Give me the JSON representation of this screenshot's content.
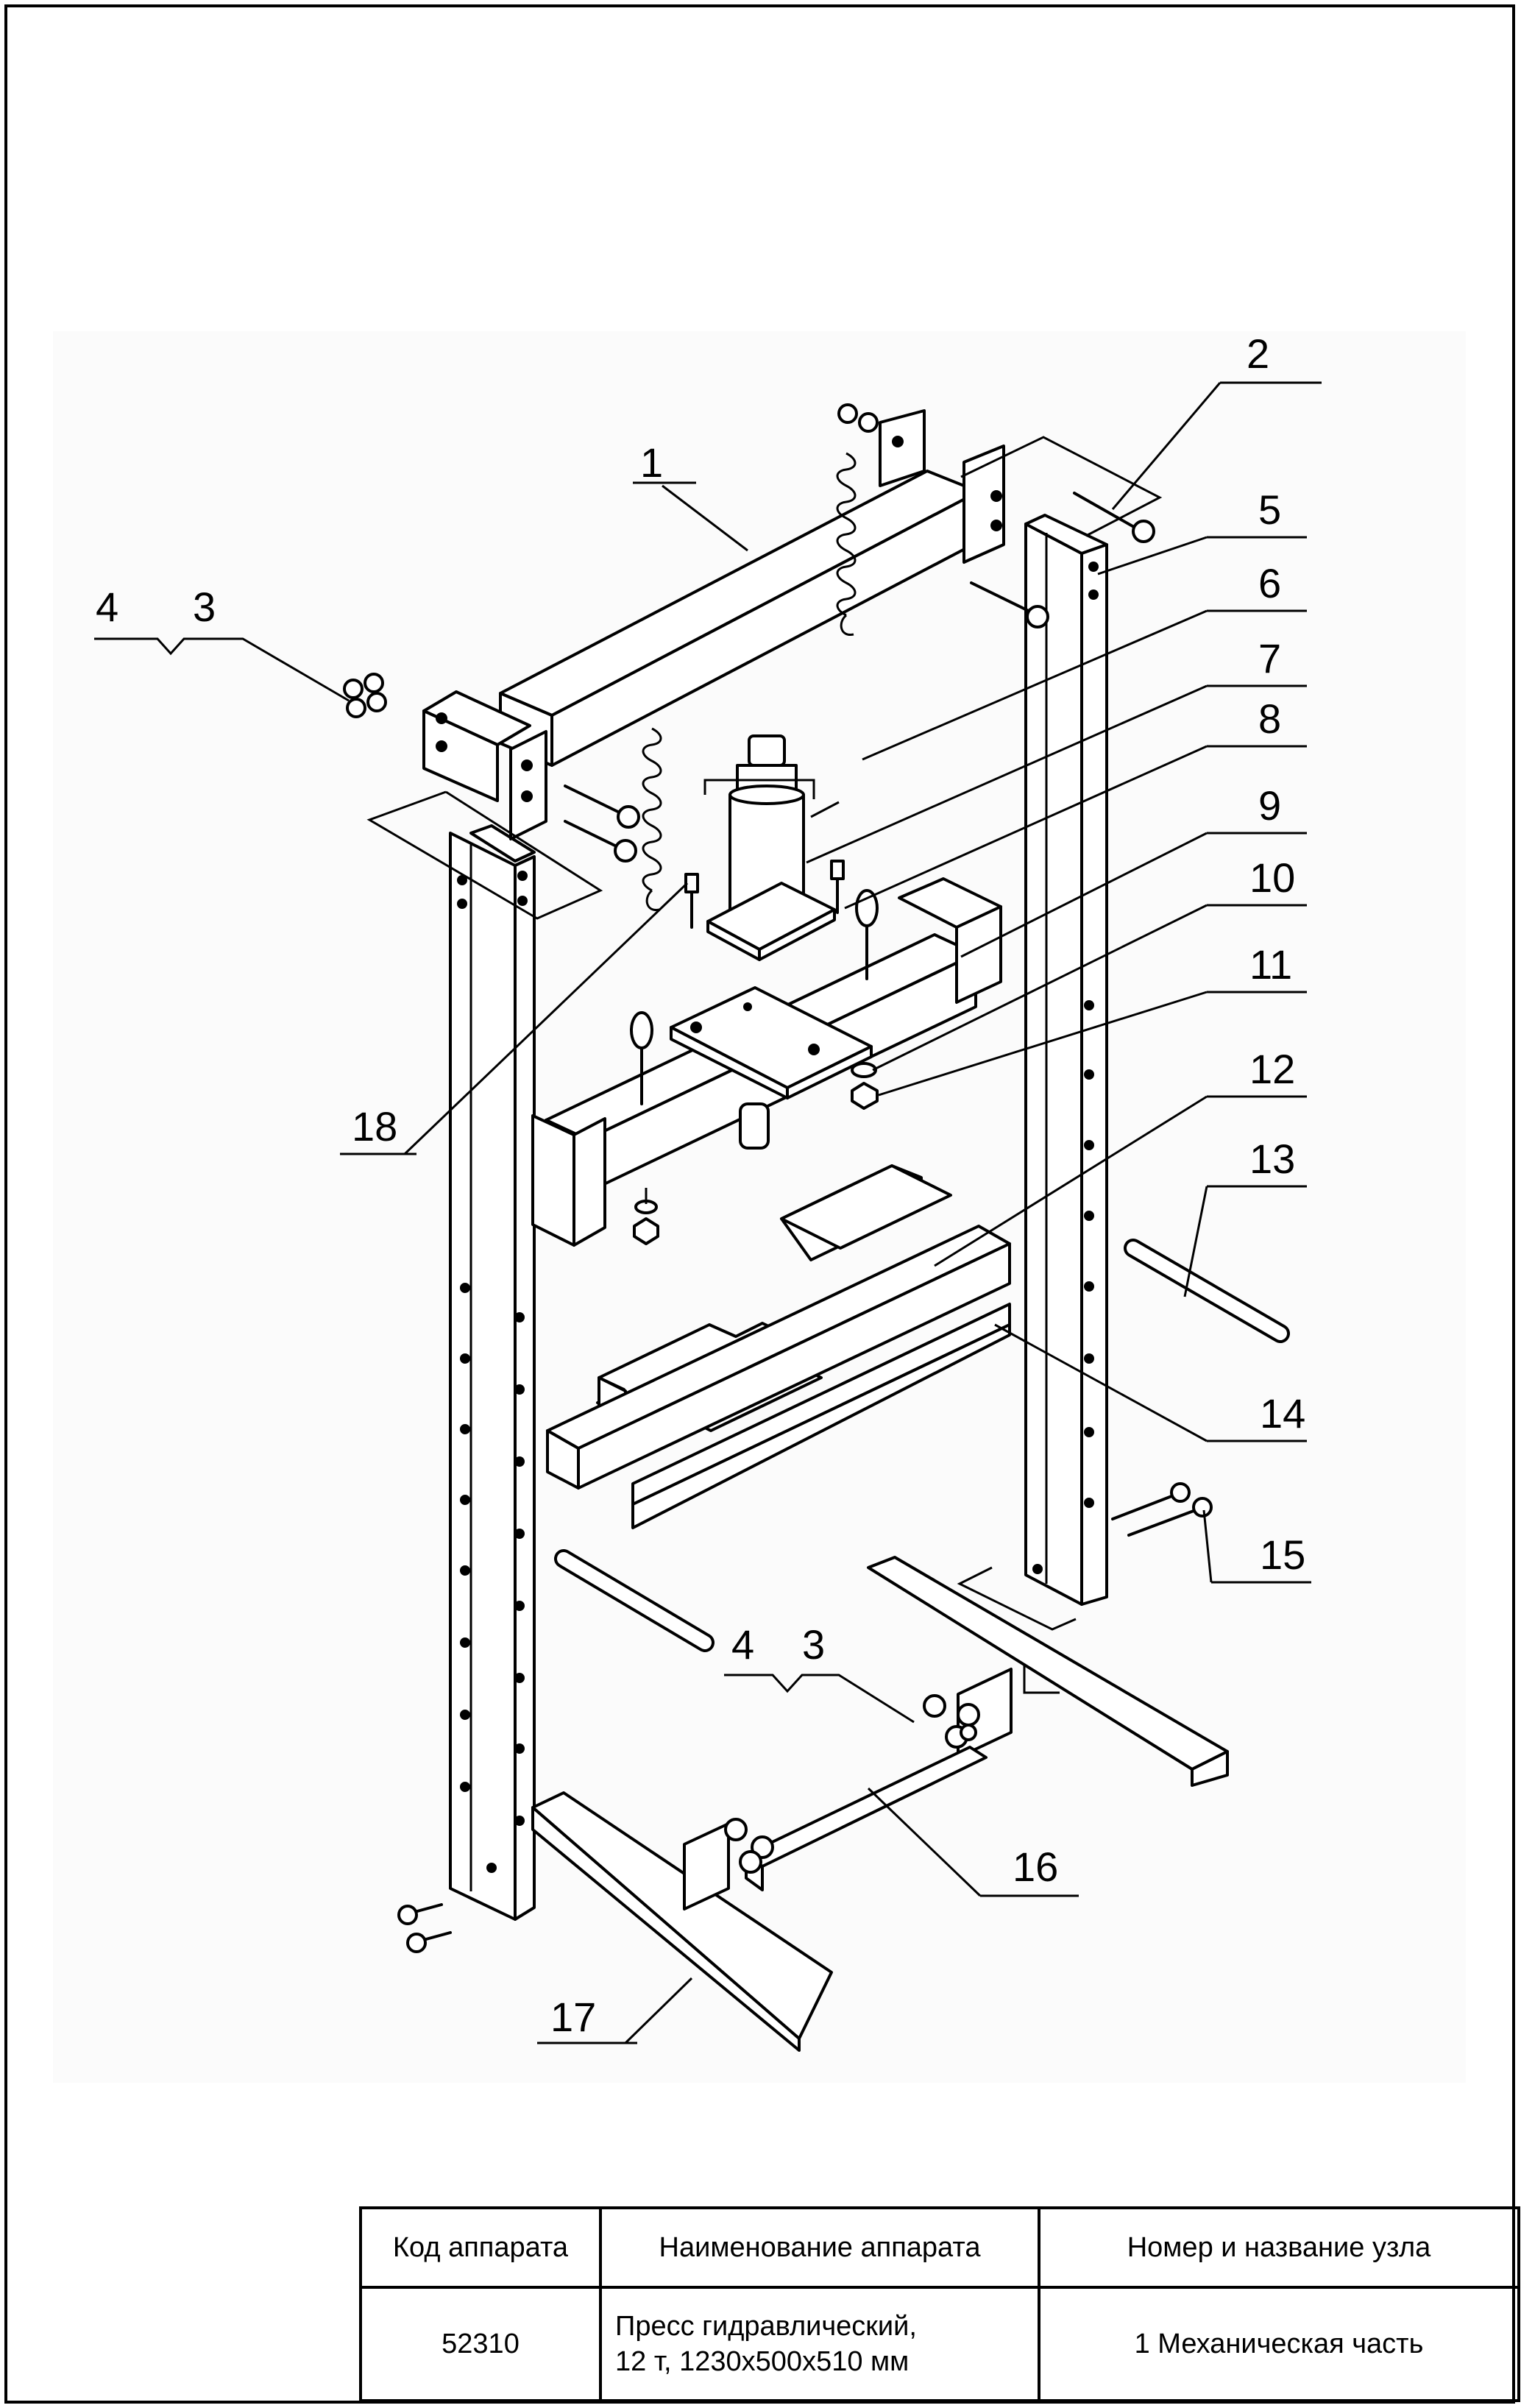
{
  "drawing": {
    "callouts": [
      "1",
      "2",
      "3",
      "4",
      "5",
      "6",
      "7",
      "8",
      "9",
      "10",
      "11",
      "12",
      "13",
      "14",
      "15",
      "16",
      "17",
      "18",
      "4",
      "3"
    ]
  },
  "title_block": {
    "headers": [
      "Код аппарата",
      "Наименование аппарата",
      "Номер и название узла"
    ],
    "code": "52310",
    "name_line1": "Пресс гидравлический,",
    "name_line2": "12 т, 1230x500x510 мм",
    "unit": "1 Механическая часть"
  }
}
